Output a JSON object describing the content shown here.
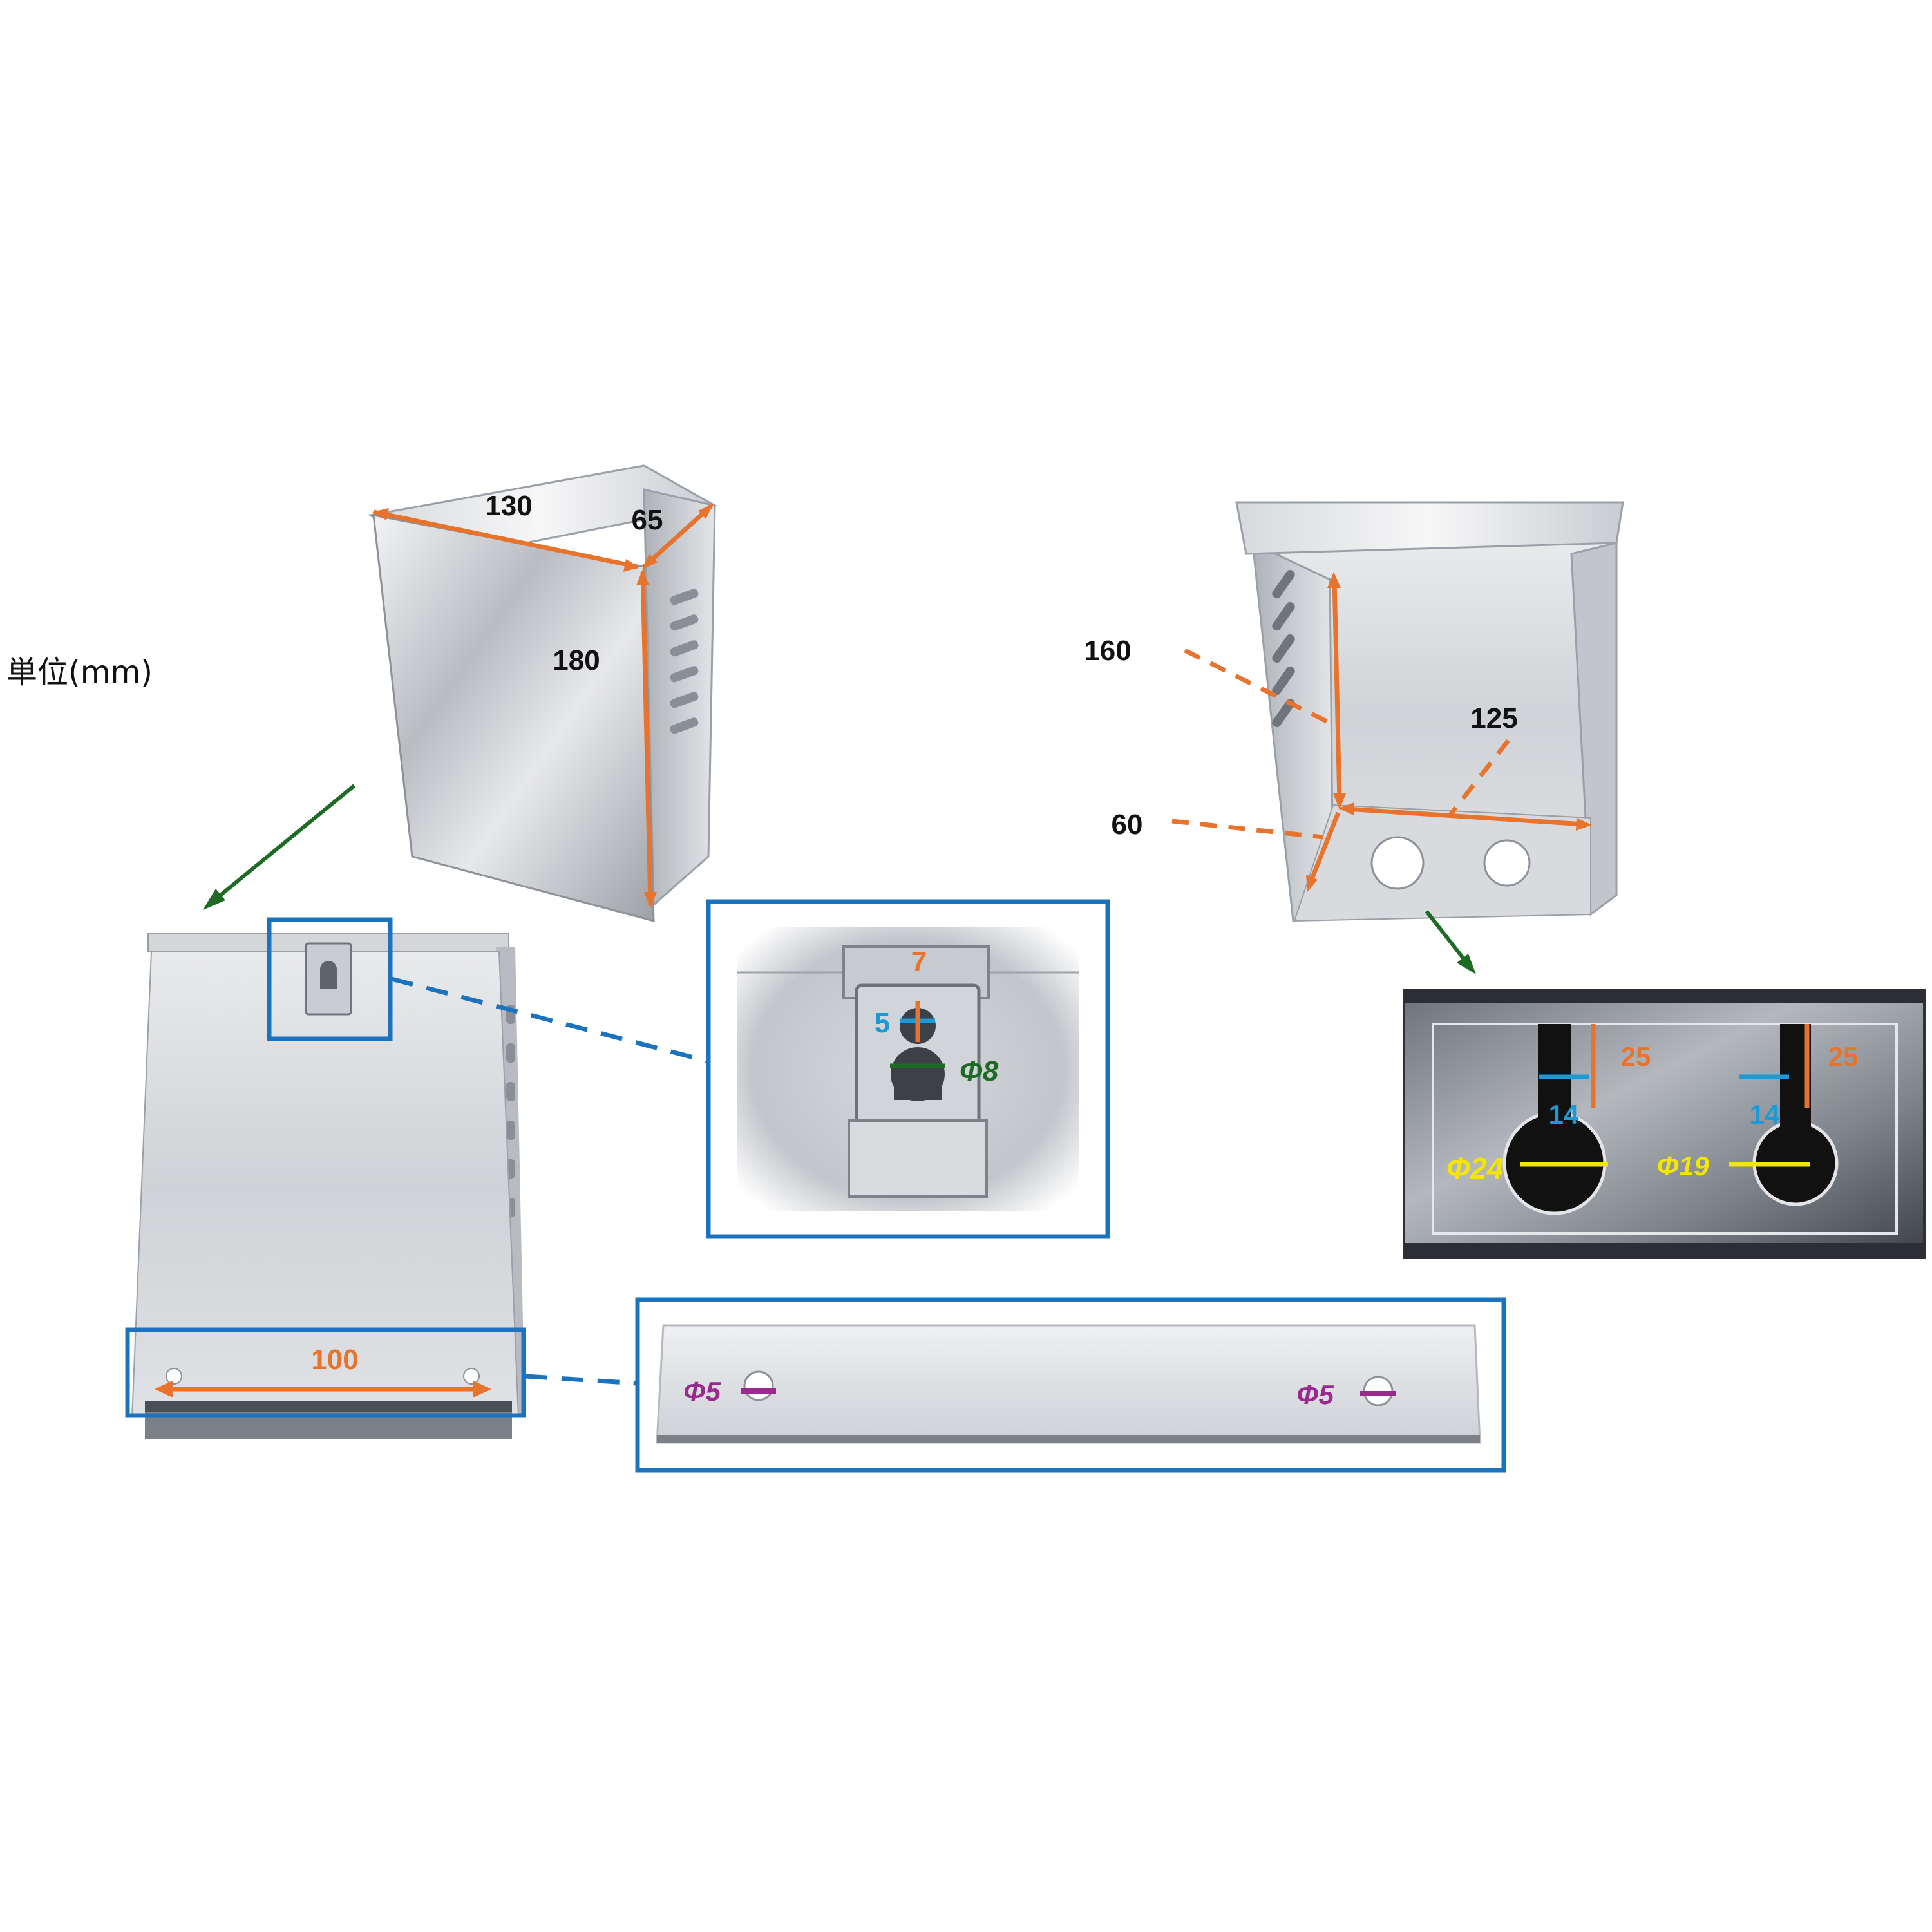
{
  "unit_label": "単位(mm)",
  "colors": {
    "orange": "#e8732c",
    "blue_frame": "#1b73c0",
    "green_arrow": "#1e6b25",
    "cyan": "#1c9ad6",
    "green_dim": "#1e6b25",
    "yellow": "#f3e600",
    "purple": "#9b2a8f",
    "black_text": "#111111",
    "steel_light": "#e6e7ea",
    "steel_mid": "#c4c7cd",
    "steel_dark": "#8d9198"
  },
  "front_view": {
    "width": "130",
    "depth": "65",
    "height": "180"
  },
  "open_view": {
    "height": "160",
    "width": "125",
    "depth": "60"
  },
  "hook_detail": {
    "slot_width": "7",
    "slot_small": "5",
    "hole": "Φ8"
  },
  "bottom_mount": {
    "hole_spacing": "100"
  },
  "mount_strip": {
    "hole_left": "Φ5",
    "hole_right": "Φ5"
  },
  "bottom_plate": {
    "left_depth": "25",
    "left_width": "14",
    "left_hole": "Φ24",
    "right_depth": "25",
    "right_width": "14",
    "right_hole": "Φ19"
  },
  "icons": [
    "arrow-icon",
    "dimension-arrow-icon",
    "hole-icon",
    "hook-icon",
    "louver-icon"
  ]
}
